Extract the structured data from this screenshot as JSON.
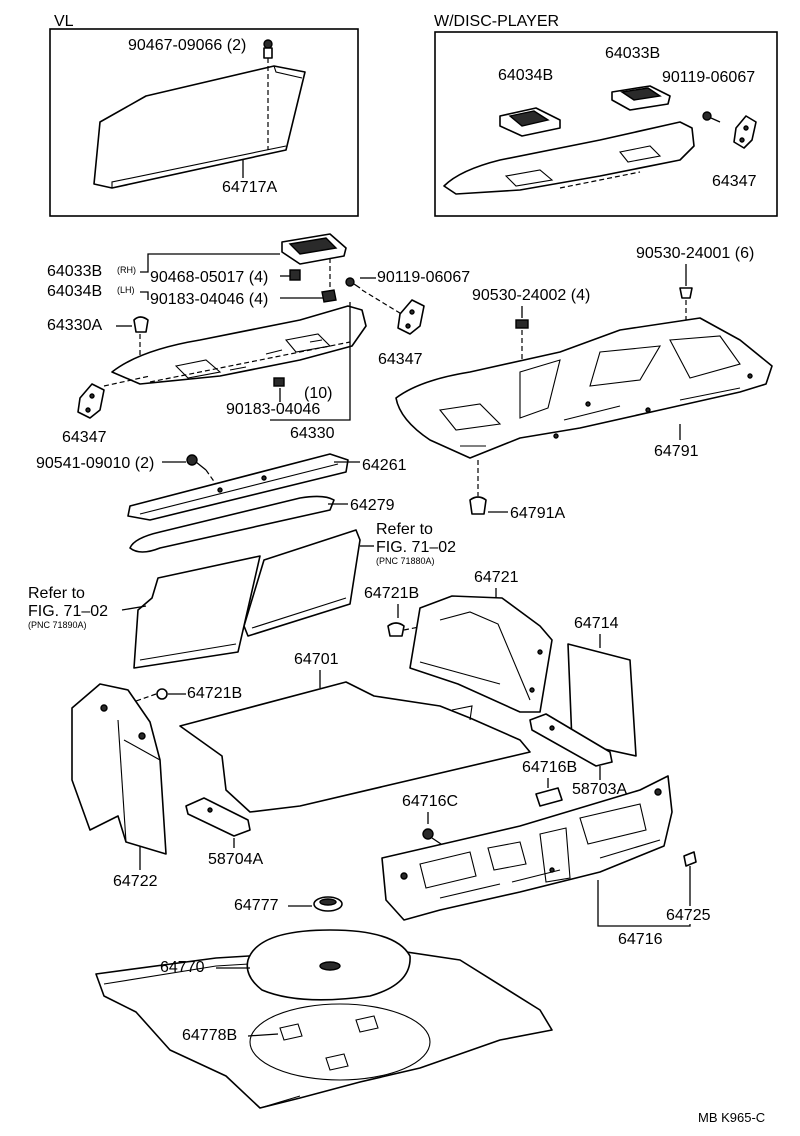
{
  "insets": {
    "vl": {
      "title": "VL",
      "labels": [
        "90467-09066 (2)",
        "64717A"
      ]
    },
    "disc_player": {
      "title": "W/DISC-PLAYER",
      "labels": [
        "64033B",
        "64034B",
        "90119-06067",
        "64347"
      ]
    }
  },
  "labels": {
    "l64033b_rh": "64033B",
    "rh_suffix": "(RH)",
    "l64034b_lh": "64034B",
    "lh_suffix": "(LH)",
    "l90468": "90468-05017 (4)",
    "l90119": "90119-06067",
    "l90183_top": "90183-04046 (4)",
    "l64330a": "64330A",
    "l64347_mid": "64347",
    "l64347_left": "64347",
    "l10": "(10)",
    "l90183_bot": "90183-04046",
    "l64330": "64330",
    "l90530_6": "90530-24001 (6)",
    "l90530_4": "90530-24002 (4)",
    "l64791": "64791",
    "l64791a": "64791A",
    "l90541": "90541-09010 (2)",
    "l64261": "64261",
    "l64279": "64279",
    "ref_right_1": "Refer to",
    "ref_right_2": "FIG. 71–02",
    "ref_right_3": "(PNC 71880A)",
    "ref_left_1": "Refer to",
    "ref_left_2": "FIG. 71–02",
    "ref_left_3": "(PNC 71890A)",
    "l64721": "64721",
    "l64721b_top": "64721B",
    "l64714": "64714",
    "l64701": "64701",
    "l64721b_left": "64721B",
    "l64716b": "64716B",
    "l58703a": "58703A",
    "l64716c": "64716C",
    "l64722": "64722",
    "l58704a": "58704A",
    "l64777": "64777",
    "l64725": "64725",
    "l64716": "64716",
    "l64770": "64770",
    "l64778b": "64778B",
    "code": "MB K965-C"
  }
}
